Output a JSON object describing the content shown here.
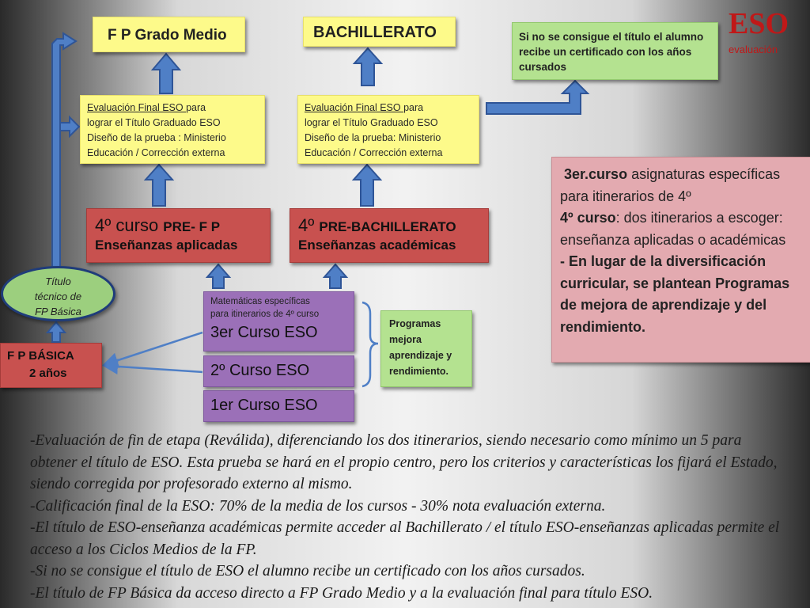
{
  "header": {
    "fp_grado_medio": "F P Grado Medio",
    "bachillerato": "BACHILLERATO",
    "eso_title": "ESO",
    "eso_subtitle": "evaluación"
  },
  "certificate_box": "Si no se consigue el título el alumno recibe un certificado con los años cursados",
  "eval_fp": {
    "line1": "Evaluación Final ESO ",
    "line1b": "para",
    "line2": "lograr el Título Graduado ESO",
    "line3": "Diseño de la prueba : Ministerio",
    "line4": "Educación / Corrección externa"
  },
  "eval_bach": {
    "line1": "Evaluación Final ESO ",
    "line1b": "para",
    "line2": "lograr el Título Graduado ESO",
    "line3": "Diseño de la prueba: Ministerio",
    "line4": "Educación / Corrección externa"
  },
  "curso4_fp": {
    "big": "4º curso ",
    "small": "PRE- F P",
    "line2": "Enseñanzas aplicadas"
  },
  "curso4_bach": {
    "big": "4º ",
    "small": "PRE-BACHILLERATO",
    "line2": "Enseñanzas académicas"
  },
  "titulo_fp_basica": {
    "line1": "Título",
    "line2": "técnico de",
    "line3": "FP Básica"
  },
  "fp_basica": {
    "line1": "F P BÁSICA",
    "line2": "2 años"
  },
  "curso3": {
    "note1": "Matemáticas específicas",
    "note2": "para itinerarios de 4º curso",
    "label": "3er Curso ESO"
  },
  "curso2": "2º Curso ESO",
  "curso1": "1er Curso ESO",
  "programas": {
    "line1": "Programas",
    "line2": "mejora",
    "line3": "aprendizaje y",
    "line4": "rendimiento."
  },
  "info_box": {
    "p1_bold": "3er.curso",
    "p1_rest": " asignaturas específicas para itinerarios de 4º",
    "p2_bold": "4º curso",
    "p2_rest": ": dos itinerarios a escoger: enseñanza aplicadas o académicas",
    "p3": "- En lugar de la diversificación curricular, se plantean Programas de mejora de aprendizaje y del rendimiento."
  },
  "bottom_text": [
    "-Evaluación de fin de etapa (Reválida), diferenciando los dos itinerarios, siendo necesario como mínimo un 5 para obtener el título de ESO. Esta prueba se hará en el propio centro, pero los criterios y características los fijará el Estado, siendo corregida por profesorado externo al mismo.",
    "-Calificación final de la ESO: 70% de la media de los cursos - 30% nota evaluación externa.",
    "-El título de ESO-enseñanza académicas permite acceder al Bachillerato / el título ESO-enseñanzas aplicadas permite el acceso a los Ciclos Medios de la FP.",
    "-Si no se consigue el título de ESO el alumno recibe un certificado con los años cursados.",
    "-El título de FP Básica da acceso directo a FP Grado Medio y a la evaluación final para título ESO."
  ],
  "colors": {
    "arrow_fill": "#4f7fc6",
    "arrow_stroke": "#2f5597",
    "eso_red": "#c01818"
  }
}
